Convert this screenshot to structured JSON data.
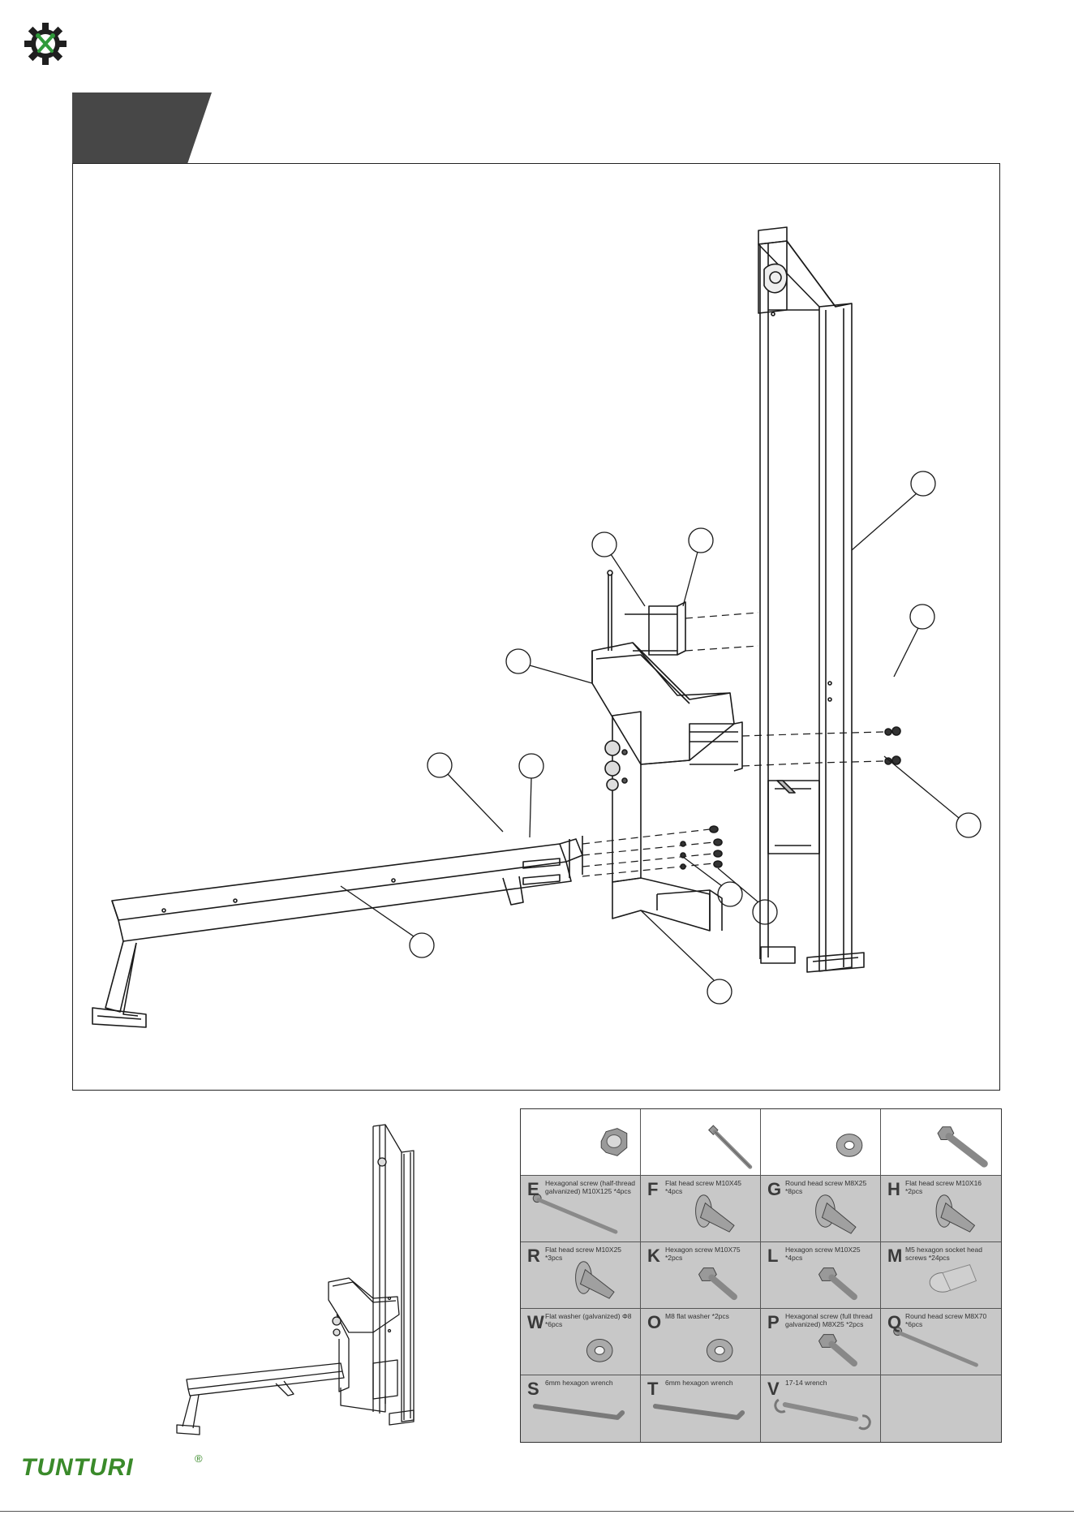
{
  "brand": {
    "name": "TUNTURI",
    "reg_mark": "®"
  },
  "icons": {
    "logo": "gear-wrench-logo-icon"
  },
  "colors": {
    "tab": "#474747",
    "brand_green": "#3a8a2a",
    "cell_grey": "#c8c8c8"
  },
  "parts": {
    "row_0": [
      {
        "letter": "",
        "desc": "",
        "icon": "hex-nut-icon"
      },
      {
        "letter": "",
        "desc": "",
        "icon": "long-bolt-icon"
      },
      {
        "letter": "",
        "desc": "",
        "icon": "flat-washer-icon"
      },
      {
        "letter": "",
        "desc": "",
        "icon": "hex-bolt-icon"
      }
    ],
    "row_1": [
      {
        "letter": "E",
        "desc": "Hexagonal screw (half-thread galvanized) M10X125 *4pcs",
        "icon": "long-bolt-icon"
      },
      {
        "letter": "F",
        "desc": "Flat head screw M10X45 *4pcs",
        "icon": "flat-head-screw-icon"
      },
      {
        "letter": "G",
        "desc": "Round head screw M8X25 *8pcs",
        "icon": "round-head-screw-icon"
      },
      {
        "letter": "H",
        "desc": "Flat head screw M10X16 *2pcs",
        "icon": "flat-head-screw-icon"
      }
    ],
    "row_2": [
      {
        "letter": "R",
        "desc": "Flat head screw M10X25 *3pcs",
        "icon": "flat-head-screw-icon"
      },
      {
        "letter": "K",
        "desc": "Hexagon screw M10X75 *2pcs",
        "icon": "hex-bolt-icon"
      },
      {
        "letter": "L",
        "desc": "Hexagon screw M10X25 *4pcs",
        "icon": "hex-bolt-icon"
      },
      {
        "letter": "M",
        "desc": "M5 hexagon socket head screws *24pcs",
        "icon": "socket-head-screw-icon"
      }
    ],
    "row_3": [
      {
        "letter": "W",
        "desc": "Flat washer (galvanized) Φ8 *6pcs",
        "icon": "flat-washer-icon"
      },
      {
        "letter": "O",
        "desc": "M8 flat washer *2pcs",
        "icon": "flat-washer-icon"
      },
      {
        "letter": "P",
        "desc": "Hexagonal screw (full thread galvanized) M8X25 *2pcs",
        "icon": "hex-bolt-icon"
      },
      {
        "letter": "Q",
        "desc": "Round head screw M8X70 *6pcs",
        "icon": "long-bolt-icon"
      }
    ],
    "row_4": [
      {
        "letter": "S",
        "desc": "6mm hexagon wrench",
        "icon": "hex-key-icon"
      },
      {
        "letter": "T",
        "desc": "6mm hexagon wrench",
        "icon": "hex-key-icon"
      },
      {
        "letter": "V",
        "desc": "17-14 wrench",
        "icon": "open-wrench-icon"
      },
      {
        "letter": "",
        "desc": "",
        "icon": ""
      }
    ]
  }
}
